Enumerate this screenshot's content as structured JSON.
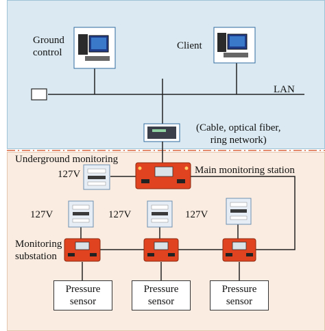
{
  "labels": {
    "ground_control": "Ground\ncontrol",
    "client": "Client",
    "lan": "LAN",
    "network_note": "(Cable, optical fiber,\nring network)",
    "underground_monitoring": "Underground monitoring",
    "main_station": "Main monitoring station",
    "monitoring_substation": "Monitoring\nsubstation",
    "v127_a": "127V",
    "v127_b": "127V",
    "v127_c": "127V",
    "v127_d": "127V"
  },
  "sensors": [
    "Pressure\nsensor",
    "Pressure\nsensor",
    "Pressure\nsensor"
  ],
  "colors": {
    "ground_zone": "#dbeaf2",
    "underground_zone": "#faece0",
    "divider": "#d9643a",
    "station_body": "#e0431f",
    "line": "#222222"
  },
  "icons": [
    "computer-icon",
    "computer-icon",
    "switch-icon",
    "power-supply-icon",
    "station-icon",
    "substation-icon"
  ]
}
